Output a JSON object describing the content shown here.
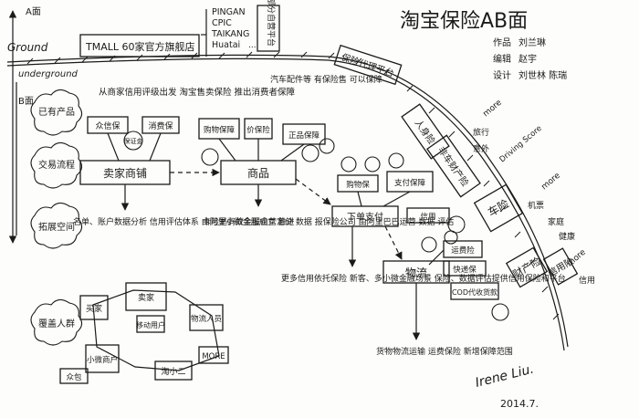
{
  "title": "淘宝保险AB面",
  "axis": {
    "up_label": "A面",
    "ground_label": "Ground",
    "underground_label": "underground",
    "down_label": "B面"
  },
  "top_label": {
    "store": "TMALL 60家官方旗舰店",
    "insurers": [
      "PINGAN",
      "CPIC",
      "TAIKANG",
      "Huatai"
    ],
    "dots": "...",
    "side_note": "部分自营平台"
  },
  "curve_labels": [
    "保险代理平台",
    "人身险",
    "非车财产险",
    "车险",
    "财产险",
    "信用险"
  ],
  "curve_more": "more",
  "curve_sublabels": [
    "旅行",
    "意外",
    "Driving Score",
    "机票",
    "家庭",
    "健康",
    "信用"
  ],
  "credits": [
    {
      "role": "作品",
      "name": "刘兰琳"
    },
    {
      "role": "编辑",
      "name": "赵宇"
    },
    {
      "role": "设计",
      "name": "刘世林 陈瑞"
    }
  ],
  "rows": {
    "row1": "已有产品",
    "row2": "交易流程",
    "row3": "拓展空间",
    "row4": "覆盖人群"
  },
  "notes": {
    "note1": "从商家信用评级出发 淘宝售卖保险 推出消费者保障",
    "note2": "汽车配件等 有保险售 可以保障",
    "note3": "名单、账户数据分析 信用评估体系 由阿里小微金服成立 推进",
    "note4": "卡险是蚂蚁金服自营定价 数据 报保险公司 由阿里巴巴运营 数据 评估",
    "note5": "更多信用依托保险 新客、多小微金融场景 保险、数据评估提供信用保险和平台",
    "note6": "货物物流运输 运费保险 新增保障范围"
  },
  "nodes": {
    "shop": "卖家商铺",
    "goods": "商品",
    "order": "下单支付",
    "logistics": "物流",
    "zhenxin": "众信保",
    "xiaojiabao": "消费保",
    "shoppingguar": "购物保障",
    "cod": "COD代收货款",
    "kuaidibao": "快递保",
    "freight": "运费险",
    "jiabao": "价保险",
    "zhengpin": "正品保障",
    "baozhang": "保证金",
    "xinyong": "信用",
    "shoppingfund": "购物保",
    "payment": "支付保障"
  },
  "crowd": {
    "buyers": "买家",
    "sellers": "卖家",
    "wuliu": "物流人员",
    "more": "MORE",
    "ali": "淘小二",
    "small": "小微商户",
    "crowd": "众包",
    "mobile": "移动用户"
  },
  "signature": {
    "name": "Irene Liu.",
    "date": "2014.7."
  }
}
